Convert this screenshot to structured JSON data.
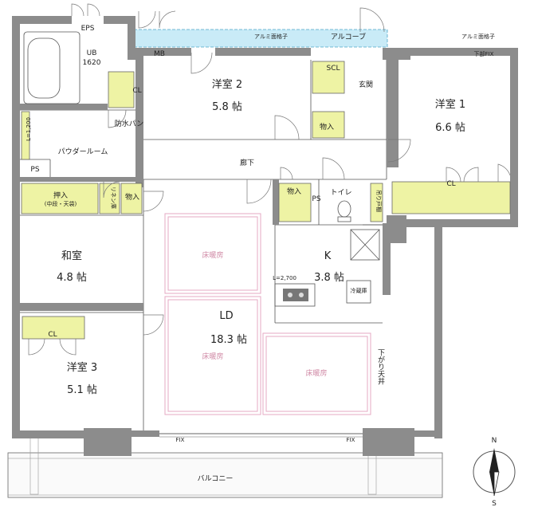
{
  "rooms": {
    "eps": "EPS",
    "mb": "MB",
    "ub": "UB",
    "ub_size": "1620",
    "cl_ub": "CL",
    "western2": "洋室 2",
    "western2_size": "5.8 帖",
    "alcove": "アルコーブ",
    "alumi_lattice": "アルミ面格子",
    "alumi_lattice2": "アルミ面格子",
    "lower_fix": "下部FIX",
    "scl": "SCL",
    "entrance": "玄関",
    "storage_entry": "物入",
    "western1": "洋室 1",
    "western1_size": "6.6 帖",
    "l1200": "L=1,200",
    "waterproof_pan": "防水パン",
    "powder": "パウダールーム",
    "ps1": "PS",
    "corridor": "廊下",
    "oshiire1": "押入",
    "oshiire1_sub": "(中段・天袋)",
    "linen": "リネン庫",
    "storage_linen": "物入",
    "storage_toilet": "物入",
    "ps2": "PS",
    "toilet": "トイレ",
    "shelf": "吊り戸棚",
    "cl1": "CL",
    "floor_heat1": "床暖房",
    "floor_heat2": "床暖房",
    "floor_heat3": "床暖房",
    "kitchen": "K",
    "kitchen_size": "3.8 帖",
    "l2700": "L=2,700",
    "fridge": "冷蔵庫",
    "washitsu": "和室",
    "washitsu_size": "4.8 帖",
    "ld": "LD",
    "ld_size": "18.3 帖",
    "cl3": "CL",
    "western3": "洋室 3",
    "western3_size": "5.1 帖",
    "lowered_ceiling": "下がり天井",
    "fix1": "FIX",
    "fix2": "FIX",
    "balcony": "バルコニー"
  },
  "compass": {
    "north": "N",
    "south": "S"
  },
  "colors": {
    "wall": "#8c8c8c",
    "storage": "#eef3a4",
    "floor_heating": "#e6a9c3",
    "alcove": "#c9ebf7"
  }
}
